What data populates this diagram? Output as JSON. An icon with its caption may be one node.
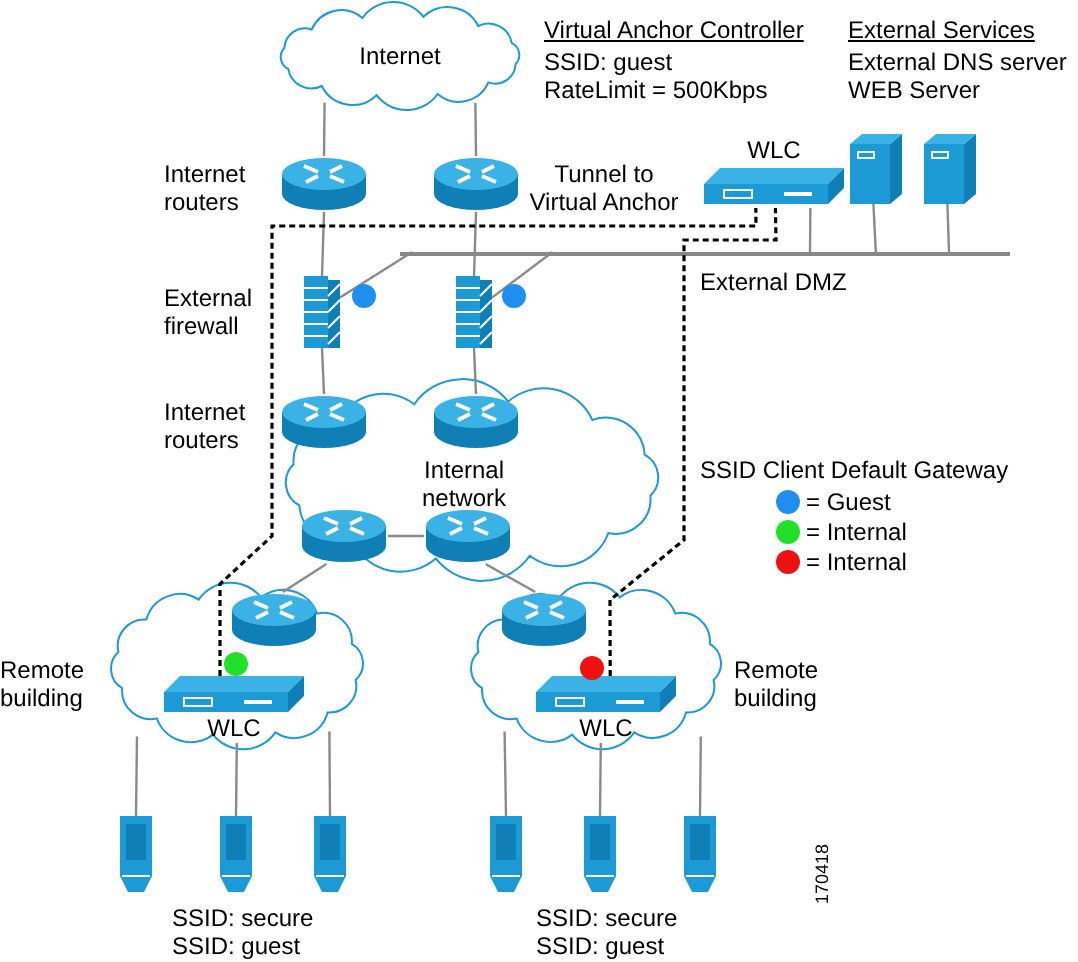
{
  "diagram": {
    "nodes": [
      {
        "text": [
          "Internet"
        ]
      },
      {
        "text": [],
        "shape": "router"
      },
      {
        "text": [],
        "shape": "router"
      },
      {
        "text": [
          "WLC"
        ]
      },
      {
        "text": [],
        "shape": "server"
      },
      {
        "text": [],
        "shape": "server"
      },
      {
        "text": [
          "External DMZ"
        ]
      },
      {
        "text": [],
        "shape": "firewall"
      },
      {
        "text": [],
        "shape": "firewall"
      },
      {
        "text": [
          "Internal network"
        ]
      },
      {
        "text": [],
        "shape": "router",
        "in": 9
      },
      {
        "text": [],
        "shape": "router",
        "in": 9
      },
      {
        "text": [],
        "shape": "router",
        "in": 9
      },
      {
        "text": [],
        "shape": "router",
        "in": 9
      },
      {
        "text": [
          "Remote building"
        ]
      },
      {
        "text": [],
        "shape": "router",
        "in": 14
      },
      {
        "text": [
          "WLC"
        ],
        "in": 14
      },
      {
        "text": [
          "Remote building"
        ]
      },
      {
        "text": [],
        "shape": "router",
        "in": 17
      },
      {
        "text": [
          "WLC"
        ],
        "in": 17
      },
      {
        "text": [],
        "shape": "device"
      },
      {
        "text": [],
        "shape": "device"
      },
      {
        "text": [],
        "shape": "device"
      },
      {
        "text": [],
        "shape": "device"
      },
      {
        "text": [],
        "shape": "device"
      },
      {
        "text": [],
        "shape": "device"
      }
    ],
    "edges": [
      {
        "from": 0,
        "to": 1,
        "arrow": "none"
      },
      {
        "from": 0,
        "to": 2,
        "arrow": "none"
      },
      {
        "from": 1,
        "to": 7,
        "arrow": "none"
      },
      {
        "from": 2,
        "to": 8,
        "arrow": "none"
      },
      {
        "from": 7,
        "to": 10,
        "arrow": "none"
      },
      {
        "from": 8,
        "to": 11,
        "arrow": "none"
      },
      {
        "from": 3,
        "to": 6,
        "arrow": "none"
      },
      {
        "from": 4,
        "to": 6,
        "arrow": "none"
      },
      {
        "from": 5,
        "to": 6,
        "arrow": "none"
      },
      {
        "from": 7,
        "to": 6,
        "arrow": "none"
      },
      {
        "from": 8,
        "to": 6,
        "arrow": "none"
      },
      {
        "from": 12,
        "to": 13,
        "arrow": "none"
      },
      {
        "from": 12,
        "to": 15,
        "arrow": "none"
      },
      {
        "from": 13,
        "to": 18,
        "arrow": "none"
      },
      {
        "from": 14,
        "to": 20,
        "arrow": "none"
      },
      {
        "from": 14,
        "to": 21,
        "arrow": "none"
      },
      {
        "from": 14,
        "to": 22,
        "arrow": "none"
      },
      {
        "from": 17,
        "to": 23,
        "arrow": "none"
      },
      {
        "from": 17,
        "to": 24,
        "arrow": "none"
      },
      {
        "from": 17,
        "to": 25,
        "arrow": "none"
      },
      {
        "from": 16,
        "to": 3,
        "arrow": "none",
        "style": "dashed",
        "color": "#000000",
        "label": "Tunnel to Virtual Anchor"
      },
      {
        "from": 19,
        "to": 3,
        "arrow": "none",
        "style": "dashed",
        "color": "#000000"
      }
    ],
    "labels": [
      "Virtual Anchor Controller",
      "SSID: guest",
      "RateLimit = 500Kbps",
      "External Services",
      "External DNS server",
      "WEB Server",
      "Internet routers",
      "External firewall",
      "Internet routers",
      "SSID Client Default Gateway",
      "SSID: secure",
      "SSID: guest",
      "SSID: secure",
      "SSID: guest",
      "170418"
    ],
    "legend": [
      {
        "text": "= Guest",
        "color": "#1e8fef"
      },
      {
        "text": "= Internal",
        "color": "#22e02a"
      },
      {
        "text": "= Internal",
        "color": "#ee1111"
      }
    ]
  }
}
